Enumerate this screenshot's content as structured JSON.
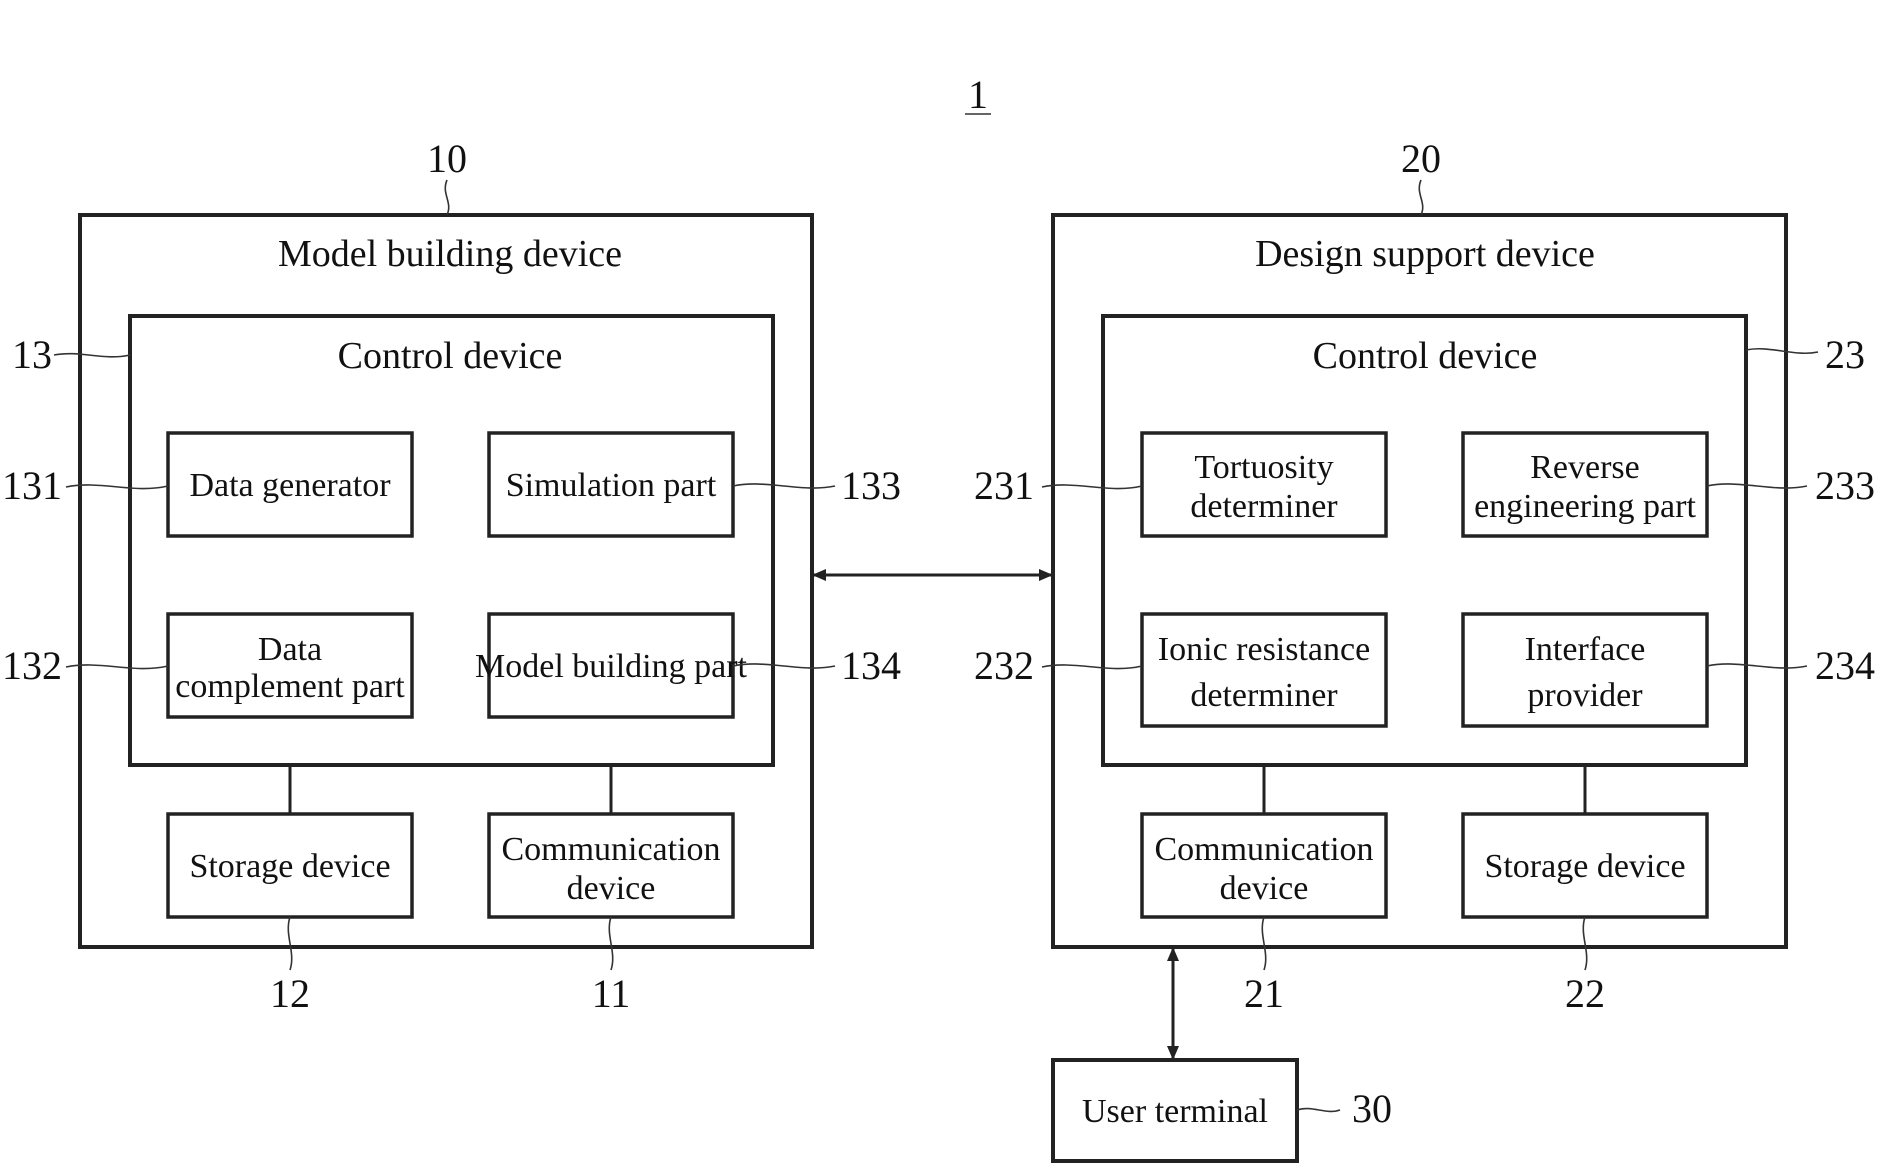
{
  "figure_number": "1",
  "model_building_device": {
    "ref": "10",
    "title": "Model building device",
    "control": {
      "ref": "13",
      "title": "Control device",
      "data_generator": {
        "ref": "131",
        "label": "Data generator"
      },
      "data_complement": {
        "ref": "132",
        "line1": "Data",
        "line2": "complement part"
      },
      "simulation": {
        "ref": "133",
        "label": "Simulation part"
      },
      "model_building": {
        "ref": "134",
        "label": "Model building part"
      }
    },
    "storage": {
      "ref": "12",
      "label": "Storage device"
    },
    "communication": {
      "ref": "11",
      "line1": "Communication",
      "line2": "device"
    }
  },
  "design_support_device": {
    "ref": "20",
    "title": "Design support device",
    "control": {
      "ref": "23",
      "title": "Control device",
      "tortuosity": {
        "ref": "231",
        "line1": "Tortuosity",
        "line2": "determiner"
      },
      "ionic": {
        "ref": "232",
        "line1": "Ionic resistance",
        "line2": "determiner"
      },
      "reverse": {
        "ref": "233",
        "line1": "Reverse",
        "line2": "engineering part"
      },
      "interface": {
        "ref": "234",
        "line1": "Interface",
        "line2": "provider"
      }
    },
    "communication": {
      "ref": "21",
      "line1": "Communication",
      "line2": "device"
    },
    "storage": {
      "ref": "22",
      "label": "Storage device"
    }
  },
  "user_terminal": {
    "ref": "30",
    "label": "User terminal"
  }
}
